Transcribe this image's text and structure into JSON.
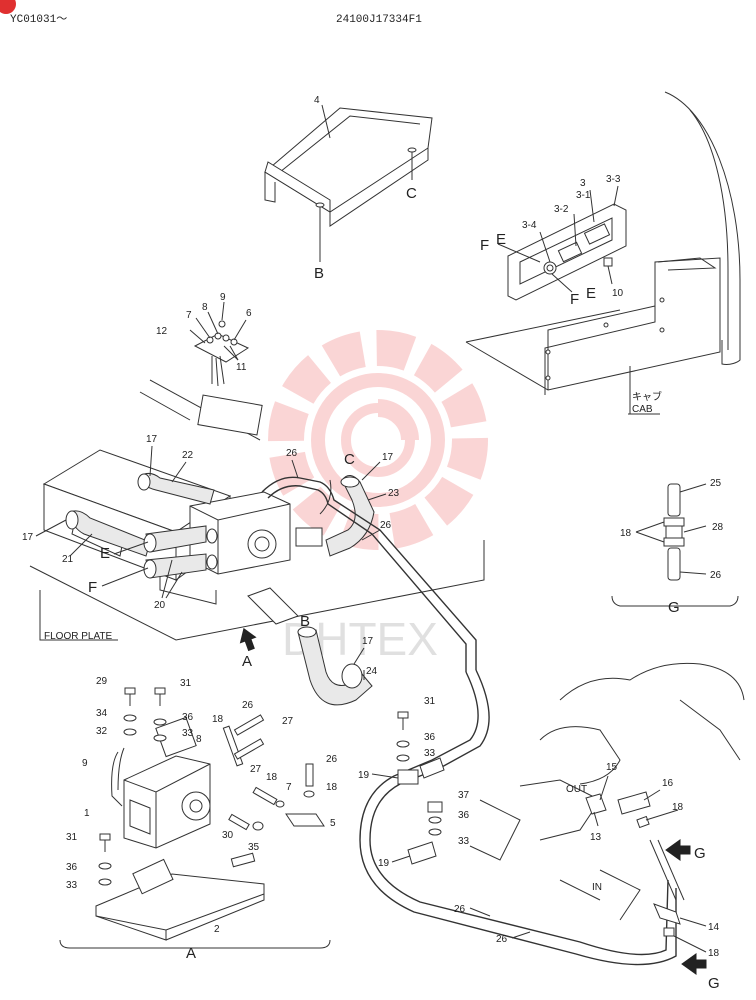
{
  "header": {
    "left_code": "YC01031～",
    "part_number": "24100J17334F1"
  },
  "watermark": {
    "text": "DHTEX",
    "color": "#ef6a6a"
  },
  "callouts": {
    "n1": "1",
    "n2": "2",
    "n3": "3",
    "n3_1": "3-1",
    "n3_2": "3-2",
    "n3_3": "3-3",
    "n3_4": "3-4",
    "n4": "4",
    "n5": "5",
    "n6": "6",
    "n7": "7",
    "n8": "8",
    "n9": "9",
    "n10": "10",
    "n11": "11",
    "n12": "12",
    "n13": "13",
    "n14": "14",
    "n15": "15",
    "n16": "16",
    "n17": "17",
    "n18": "18",
    "n19": "19",
    "n20": "20",
    "n21": "21",
    "n22": "22",
    "n23": "23",
    "n24": "24",
    "n25": "25",
    "n26": "26",
    "n27": "27",
    "n28": "28",
    "n29": "29",
    "n30": "30",
    "n31": "31",
    "n32": "32",
    "n33": "33",
    "n34": "34",
    "n35": "35",
    "n36": "36",
    "n37": "37"
  },
  "letters": {
    "A": "A",
    "B": "B",
    "C": "C",
    "E": "E",
    "F": "F",
    "G": "G"
  },
  "labels": {
    "cab_jp": "キャブ",
    "cab_en": "CAB",
    "floor_plate": "FLOOR PLATE",
    "out": "OUT",
    "in": "IN"
  }
}
